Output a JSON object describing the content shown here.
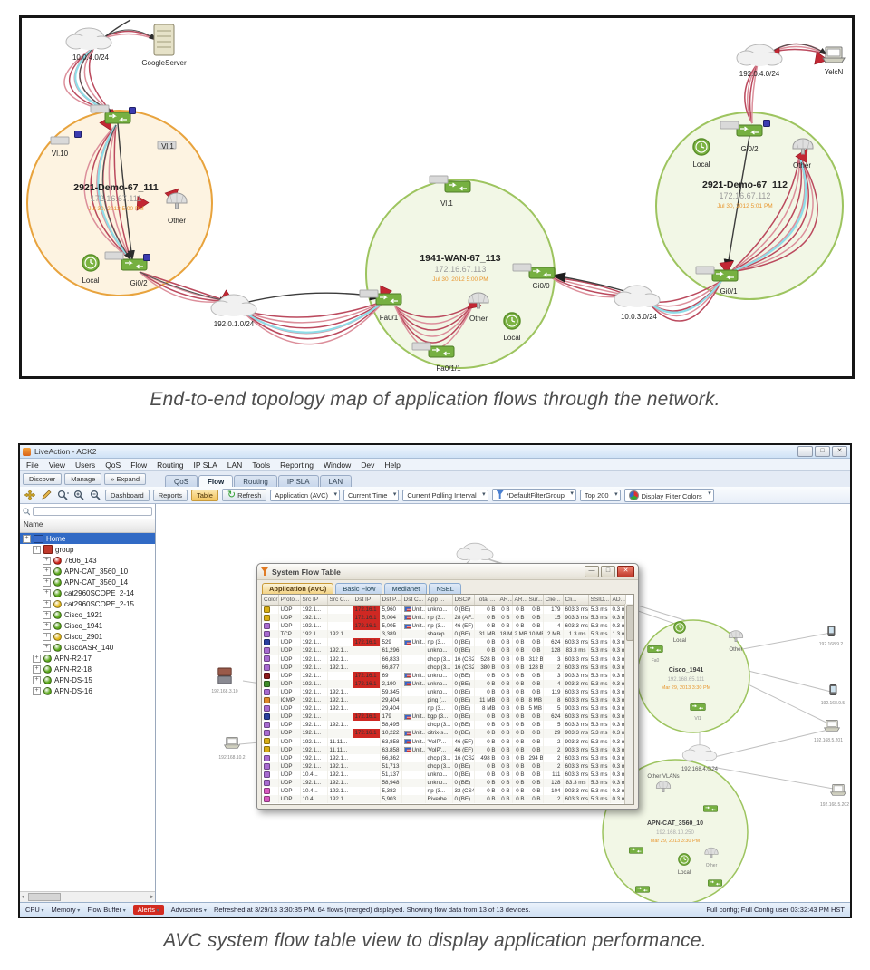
{
  "colors": {
    "accent_orange": "#e8a33d",
    "site_green": "#9dc45f",
    "flow_red": "#c9506a",
    "flow_cyan": "#8fdde8",
    "selection_blue": "#316ac5",
    "alert_red": "#cf2823",
    "tab_active_orange": "#f3d283"
  },
  "fig1": {
    "caption": "End-to-end topology map of application flows through the network.",
    "clouds": {
      "a": "10.0.4.0/24",
      "b": "192.0.1.0/24",
      "c": "10.0.3.0/24",
      "d": "192.0.4.0/24"
    },
    "endpoints": {
      "server": "GoogleServer",
      "laptop": "YelcN"
    },
    "site1": {
      "name": "2921-Demo-67_111",
      "ip": "172.16.67.111",
      "date": "Jul 30, 2012 5:00 PM",
      "if_top_left": "Vl.10",
      "if_top_right": "Vl.1",
      "if_bottom": "Gi0/2",
      "local": "Local",
      "other": "Other"
    },
    "site2": {
      "name": "1941-WAN-67_113",
      "ip": "172.16.67.113",
      "date": "Jul 30, 2012 5:00 PM",
      "if_top": "Vl.1",
      "if_left": "Fa0/1",
      "if_right": "Gi0/0",
      "if_bottom": "Fa0/1/1",
      "local": "Local",
      "other": "Other"
    },
    "site3": {
      "name": "2921-Demo-67_112",
      "ip": "172.16.67.112",
      "date": "Jul 30, 2012 5:01 PM",
      "if_top": "Gi0/2",
      "if_bottom": "Gi0/1",
      "local": "Local",
      "other": "Other"
    }
  },
  "fig2": {
    "caption": "AVC system flow table view to display application performance.",
    "window": {
      "title": "LiveAction - ACK2",
      "window_buttons": [
        "minimize",
        "maximize",
        "close"
      ],
      "menu": [
        "File",
        "View",
        "Users",
        "QoS",
        "Flow",
        "Routing",
        "IP SLA",
        "LAN",
        "Tools",
        "Reporting",
        "Window",
        "Dev",
        "Help"
      ],
      "explorer_buttons": [
        "Discover",
        "Manage",
        "Expand"
      ],
      "view_tabs": [
        "QoS",
        "Flow",
        "Routing",
        "IP SLA",
        "LAN"
      ],
      "active_view_tab": "Flow",
      "toolbar": {
        "buttons": [
          "Dashboard",
          "Reports",
          "Table",
          "Refresh"
        ],
        "active_button": "Table",
        "selects": [
          "Application (AVC)",
          "Current Time",
          "Current Polling Interval",
          "*DefaultFilterGroup",
          "Top 200",
          "Display Filter Colors"
        ]
      },
      "sidebar": {
        "header": "Name",
        "search_placeholder": "",
        "tree": [
          {
            "label": "Home",
            "depth": 0,
            "icon": "home",
            "selected": true
          },
          {
            "label": "group",
            "depth": 1,
            "icon": "group"
          },
          {
            "label": "7606_143",
            "depth": 2,
            "status": "red"
          },
          {
            "label": "APN-CAT_3560_10",
            "depth": 2,
            "status": "green"
          },
          {
            "label": "APN-CAT_3560_14",
            "depth": 2,
            "status": "green"
          },
          {
            "label": "cat2960SCOPE_2-14",
            "depth": 2,
            "status": "green"
          },
          {
            "label": "cat2960SCOPE_2-15",
            "depth": 2,
            "status": "yellow"
          },
          {
            "label": "Cisco_1921",
            "depth": 2,
            "status": "green"
          },
          {
            "label": "Cisco_1941",
            "depth": 2,
            "status": "green"
          },
          {
            "label": "Cisco_2901",
            "depth": 2,
            "status": "yellow"
          },
          {
            "label": "CiscoASR_140",
            "depth": 2,
            "status": "green"
          },
          {
            "label": "APN-R2-17",
            "depth": 1,
            "status": "green"
          },
          {
            "label": "APN-R2-18",
            "depth": 1,
            "status": "green"
          },
          {
            "label": "APN-DS-15",
            "depth": 1,
            "status": "green"
          },
          {
            "label": "APN-DS-16",
            "depth": 1,
            "status": "green"
          }
        ]
      },
      "status": {
        "segments": [
          "CPU",
          "Memory",
          "Flow Buffer",
          "Alerts",
          "Advisories"
        ],
        "alert_segment": "Alerts",
        "message": "Refreshed at 3/29/13 3:30:35 PM. 64 flows (merged) displayed.  Showing flow data from 13 of 13 devices.",
        "right": "Full config; Full Config user    03:32:43 PM HST"
      }
    },
    "dialog": {
      "title": "System Flow Table",
      "buttons": [
        "minimize",
        "maximize",
        "close"
      ],
      "tabs": [
        "Application (AVC)",
        "Basic Flow",
        "Medianet",
        "NSEL"
      ],
      "active_tab": "Application (AVC)",
      "columns": [
        "Color",
        "Proto...",
        "Src IP",
        "Src C...",
        "Dst IP",
        "Dst P...",
        "Dst C...",
        "App ...",
        "DSCP",
        "Total ...",
        "AR...",
        "AR...",
        "Sur...",
        "Clie...",
        "Cli...",
        "SSID...",
        "AD..."
      ],
      "red_cell_text": "172.16.1",
      "rows": [
        {
          "d": "y",
          "c": [
            "UDP",
            "192.1...",
            "",
            "#R",
            "5,960",
            "Unit...",
            "unkno...",
            "0 (BE)",
            "0 B",
            "0 B",
            "0 B",
            "0 B",
            "179",
            "603.3 ms",
            "5.3 ms",
            "0.3 ms"
          ]
        },
        {
          "d": "y",
          "c": [
            "UDP",
            "192.1...",
            "",
            "#R",
            "5,004",
            "Unit...",
            "rtp (3...",
            "28 (AF...",
            "0 B",
            "0 B",
            "0 B",
            "0 B",
            "15",
            "903.3 ms",
            "5.3 ms",
            "0.3 ms"
          ]
        },
        {
          "d": "p",
          "c": [
            "UDP",
            "192.1...",
            "",
            "#R",
            "5,005",
            "Unit...",
            "rtp (3...",
            "46 (EF)",
            "0 B",
            "0 B",
            "0 B",
            "0 B",
            "4",
            "603.3 ms",
            "5.3 ms",
            "0.3 ms"
          ]
        },
        {
          "d": "p",
          "c": [
            "TCP",
            "192.1...",
            "192.1...",
            "",
            "3,389",
            "",
            "sharep...",
            "0 (BE)",
            "31 MB",
            "18 MB",
            "2 MB",
            "10 MB",
            "2 MB",
            "1.3 ms",
            "5.3 ms",
            "1.3 ms"
          ]
        },
        {
          "d": "b",
          "c": [
            "UDP",
            "192.1...",
            "",
            "#R",
            "529",
            "Unit...",
            "rtp (3...",
            "0 (BE)",
            "0 B",
            "0 B",
            "0 B",
            "0 B",
            "624",
            "603.3 ms",
            "5.3 ms",
            "0.3 ms"
          ]
        },
        {
          "d": "p",
          "c": [
            "UDP",
            "192.1...",
            "192.1...",
            "",
            "61,296",
            "",
            "unkno...",
            "0 (BE)",
            "0 B",
            "0 B",
            "0 B",
            "0 B",
            "128",
            "83.3 ms",
            "5.3 ms",
            "0.3 ms"
          ]
        },
        {
          "d": "p",
          "c": [
            "UDP",
            "192.1...",
            "192.1...",
            "",
            "66,833",
            "",
            "dhcp (3...",
            "16 (CS2)",
            "528 B",
            "0 B",
            "0 B",
            "312 B",
            "3",
            "603.3 ms",
            "5.3 ms",
            "0.3 ms"
          ]
        },
        {
          "d": "p",
          "c": [
            "UDP",
            "192.1...",
            "192.1...",
            "",
            "66,877",
            "",
            "dhcp (3...",
            "16 (CS2)",
            "380 B",
            "0 B",
            "0 B",
            "128 B",
            "2",
            "603.3 ms",
            "5.3 ms",
            "0.3 ms"
          ]
        },
        {
          "d": "dr",
          "c": [
            "UDP",
            "192.1...",
            "",
            "#R",
            "69",
            "Unit...",
            "unkno...",
            "0 (BE)",
            "0 B",
            "0 B",
            "0 B",
            "0 B",
            "3",
            "903.3 ms",
            "5.3 ms",
            "0.3 ms"
          ]
        },
        {
          "d": "g",
          "c": [
            "UDP",
            "192.1...",
            "",
            "#R",
            "2,190",
            "Unit...",
            "unkno...",
            "0 (BE)",
            "0 B",
            "0 B",
            "0 B",
            "0 B",
            "4",
            "903.3 ms",
            "5.3 ms",
            "0.3 ms"
          ]
        },
        {
          "d": "p",
          "c": [
            "UDP",
            "192.1...",
            "192.1...",
            "",
            "59,345",
            "",
            "unkno...",
            "0 (BE)",
            "0 B",
            "0 B",
            "0 B",
            "0 B",
            "119",
            "603.3 ms",
            "5.3 ms",
            "0.3 ms"
          ]
        },
        {
          "d": "o",
          "c": [
            "ICMP",
            "192.1...",
            "192.1...",
            "",
            "29,404",
            "",
            "ping (...",
            "0 (BE)",
            "11 MB",
            "0 B",
            "0 B",
            "8 MB",
            "8",
            "603.3 ms",
            "5.3 ms",
            "0.3 ms"
          ]
        },
        {
          "d": "p",
          "c": [
            "UDP",
            "192.1...",
            "192.1...",
            "",
            "29,404",
            "",
            "rtp (3...",
            "0 (BE)",
            "8 MB",
            "0 B",
            "0 B",
            "5 MB",
            "5",
            "903.3 ms",
            "5.3 ms",
            "0.3 ms"
          ]
        },
        {
          "d": "b",
          "c": [
            "UDP",
            "192.1...",
            "",
            "#R",
            "179",
            "Unit...",
            "bgp (3...",
            "0 (BE)",
            "0 B",
            "0 B",
            "0 B",
            "0 B",
            "624",
            "603.3 ms",
            "5.3 ms",
            "0.3 ms"
          ]
        },
        {
          "d": "p",
          "c": [
            "UDP",
            "192.1...",
            "192.1...",
            "",
            "58,495",
            "",
            "dhcp (3...",
            "0 (BE)",
            "0 B",
            "0 B",
            "0 B",
            "0 B",
            "5",
            "603.3 ms",
            "5.3 ms",
            "0.3 ms"
          ]
        },
        {
          "d": "p",
          "c": [
            "UDP",
            "192.1...",
            "",
            "#R",
            "10,222",
            "Unit...",
            "citrix-s...",
            "0 (BE)",
            "0 B",
            "0 B",
            "0 B",
            "0 B",
            "29",
            "903.3 ms",
            "5.3 ms",
            "0.3 ms"
          ]
        },
        {
          "d": "y",
          "c": [
            "UDP",
            "192.1...",
            "11.11...",
            "",
            "63,858",
            "Unit...",
            "'VoIP'...",
            "46 (EF)",
            "0 B",
            "0 B",
            "0 B",
            "0 B",
            "2",
            "903.3 ms",
            "5.3 ms",
            "0.3 ms"
          ]
        },
        {
          "d": "y",
          "c": [
            "UDP",
            "192.1...",
            "11.11...",
            "",
            "63,858",
            "Unit...",
            "'VoIP'...",
            "46 (EF)",
            "0 B",
            "0 B",
            "0 B",
            "0 B",
            "2",
            "903.3 ms",
            "5.3 ms",
            "0.3 ms"
          ]
        },
        {
          "d": "p",
          "c": [
            "UDP",
            "192.1...",
            "192.1...",
            "",
            "66,362",
            "",
            "dhcp (3...",
            "16 (CS2)",
            "498 B",
            "0 B",
            "0 B",
            "294 B",
            "2",
            "603.3 ms",
            "5.3 ms",
            "0.3 ms"
          ]
        },
        {
          "d": "p",
          "c": [
            "UDP",
            "192.1...",
            "192.1...",
            "",
            "51,713",
            "",
            "dhcp (3...",
            "0 (BE)",
            "0 B",
            "0 B",
            "0 B",
            "0 B",
            "2",
            "603.3 ms",
            "5.3 ms",
            "0.3 ms"
          ]
        },
        {
          "d": "p",
          "c": [
            "UDP",
            "10.4...",
            "192.1...",
            "",
            "51,137",
            "",
            "unkno...",
            "0 (BE)",
            "0 B",
            "0 B",
            "0 B",
            "0 B",
            "111",
            "603.3 ms",
            "5.3 ms",
            "0.3 ms"
          ]
        },
        {
          "d": "p",
          "c": [
            "UDP",
            "192.1...",
            "192.1...",
            "",
            "58,948",
            "",
            "unkno...",
            "0 (BE)",
            "0 B",
            "0 B",
            "0 B",
            "0 B",
            "128",
            "83.3 ms",
            "5.3 ms",
            "0.3 ms"
          ]
        },
        {
          "d": "m",
          "c": [
            "UDP",
            "10.4...",
            "192.1...",
            "",
            "5,382",
            "",
            "rtp (3...",
            "32 (CS4)",
            "0 B",
            "0 B",
            "0 B",
            "0 B",
            "104",
            "903.3 ms",
            "5.3 ms",
            "0.3 ms"
          ]
        },
        {
          "d": "m",
          "c": [
            "UDP",
            "10.4...",
            "192.1...",
            "",
            "5,903",
            "",
            "Riverbe...",
            "0 (BE)",
            "0 B",
            "0 B",
            "0 B",
            "0 B",
            "2",
            "603.3 ms",
            "5.3 ms",
            "0.3 ms"
          ]
        }
      ]
    },
    "canvas": {
      "site1": {
        "name": "Cisco_1941",
        "ip": "192.168.65.111",
        "date": "Mar 29, 2013 3:30 PM",
        "local": "Local",
        "other": "Other",
        "if1": "Fa0",
        "if2": "Vl1"
      },
      "site2": {
        "name": "APN-CAT_3560_10",
        "ip": "192.168.10.250",
        "date": "Mar 29, 2013 3:30 PM",
        "local": "Local",
        "other": "Other VLANs",
        "other2": "Other"
      },
      "labels": {
        "cloud1": "192.168.4.0/24",
        "host1": "192.168.5.201",
        "host2": "192.168.5.202",
        "host3": "192.168.9.2",
        "host4": "192.168.9.5",
        "server": "192.168.3.10",
        "laptop": "192.168.10.2"
      }
    }
  }
}
